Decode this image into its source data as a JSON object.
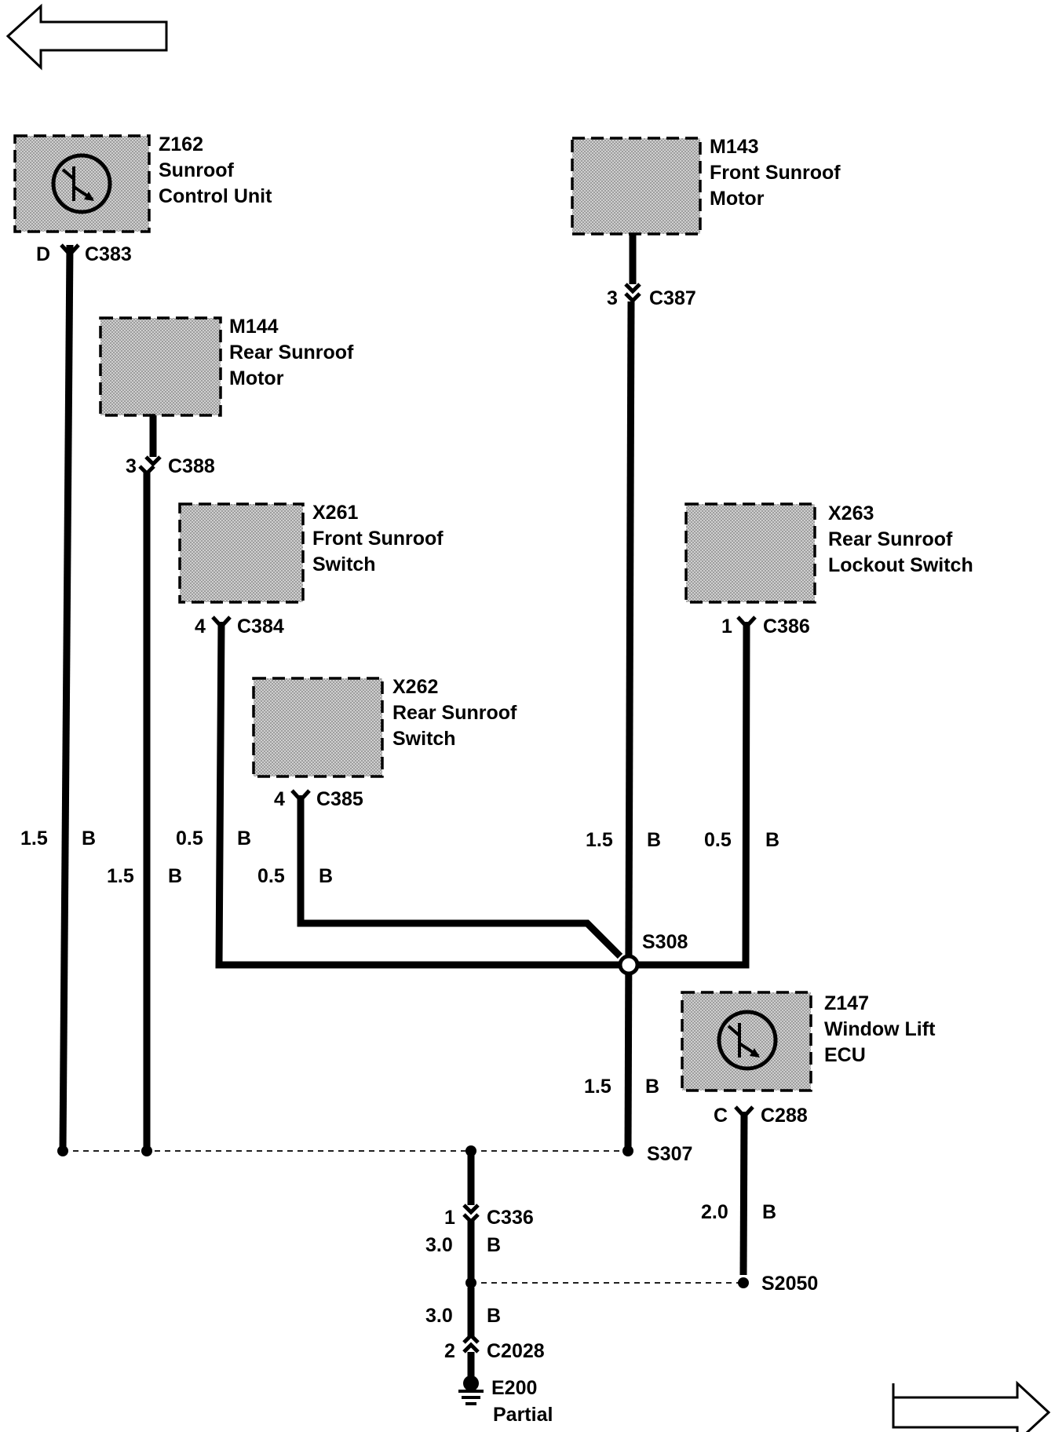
{
  "navigation": {
    "back_arrow": "left-arrow-icon",
    "forward_arrow": "right-arrow-icon"
  },
  "components": {
    "z162": {
      "id": "Z162",
      "name1": "Sunroof",
      "name2": "Control Unit",
      "icon": "transistor-icon"
    },
    "m143": {
      "id": "M143",
      "name1": "Front Sunroof",
      "name2": "Motor"
    },
    "m144": {
      "id": "M144",
      "name1": "Rear Sunroof",
      "name2": "Motor"
    },
    "x261": {
      "id": "X261",
      "name1": "Front Sunroof",
      "name2": "Switch"
    },
    "x263": {
      "id": "X263",
      "name1": "Rear Sunroof",
      "name2": "Lockout Switch"
    },
    "x262": {
      "id": "X262",
      "name1": "Rear Sunroof",
      "name2": "Switch"
    },
    "z147": {
      "id": "Z147",
      "name1": "Window Lift",
      "name2": "ECU",
      "icon": "transistor-icon"
    }
  },
  "connectors": {
    "c383": {
      "pin": "D",
      "name": "C383"
    },
    "c387": {
      "pin": "3",
      "name": "C387"
    },
    "c388": {
      "pin": "3",
      "name": "C388"
    },
    "c384": {
      "pin": "4",
      "name": "C384"
    },
    "c386": {
      "pin": "1",
      "name": "C386"
    },
    "c385": {
      "pin": "4",
      "name": "C385"
    },
    "c288": {
      "pin": "C",
      "name": "C288"
    },
    "c336": {
      "pin": "1",
      "name": "C336"
    },
    "c2028": {
      "pin": "2",
      "name": "C2028"
    }
  },
  "wires": {
    "w_c383": {
      "size": "1.5",
      "color": "B"
    },
    "w_c388": {
      "size": "1.5",
      "color": "B"
    },
    "w_c384": {
      "size": "0.5",
      "color": "B"
    },
    "w_c385": {
      "size": "0.5",
      "color": "B"
    },
    "w_c387": {
      "size": "1.5",
      "color": "B"
    },
    "w_c386": {
      "size": "0.5",
      "color": "B"
    },
    "w_s308": {
      "size": "1.5",
      "color": "B"
    },
    "w_c288": {
      "size": "2.0",
      "color": "B"
    },
    "w_c336": {
      "size": "3.0",
      "color": "B"
    },
    "w_ground": {
      "size": "3.0",
      "color": "B"
    }
  },
  "splices": {
    "s308": "S308",
    "s307": "S307",
    "s2050": "S2050"
  },
  "ground": {
    "name": "E200",
    "note": "Partial"
  }
}
